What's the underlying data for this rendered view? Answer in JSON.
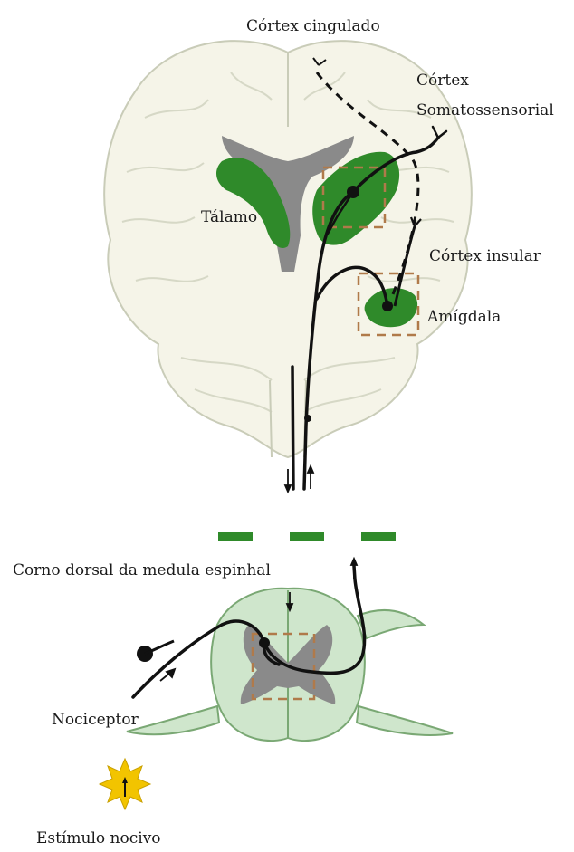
{
  "labels": {
    "cingulate_cortex": "Córtex cingulado",
    "somatosensory_cortex_line1": "Córtex",
    "somatosensory_cortex_line2": "Somatossensorial",
    "thalamus": "Tálamo",
    "insular_cortex": "Córtex insular",
    "amygdala": "Amígdala",
    "dorsal_horn": "Corno dorsal da medula espinhal",
    "nociceptor": "Nociceptor",
    "noxious_stimulus": "Estímulo nocivo"
  },
  "colors": {
    "brain_fill": "#f5f4e8",
    "brain_outline": "#c9ccb8",
    "ventricle_gray": "#8a8a8a",
    "green_region": "#2f8a2a",
    "green_dark": "#1f6b1c",
    "spinal_cord_fill": "#cfe6cc",
    "spinal_outline": "#7aa874",
    "dashed_box": "#b07a4a",
    "pathway": "#111111",
    "stimulus_star": "#f2c400"
  }
}
